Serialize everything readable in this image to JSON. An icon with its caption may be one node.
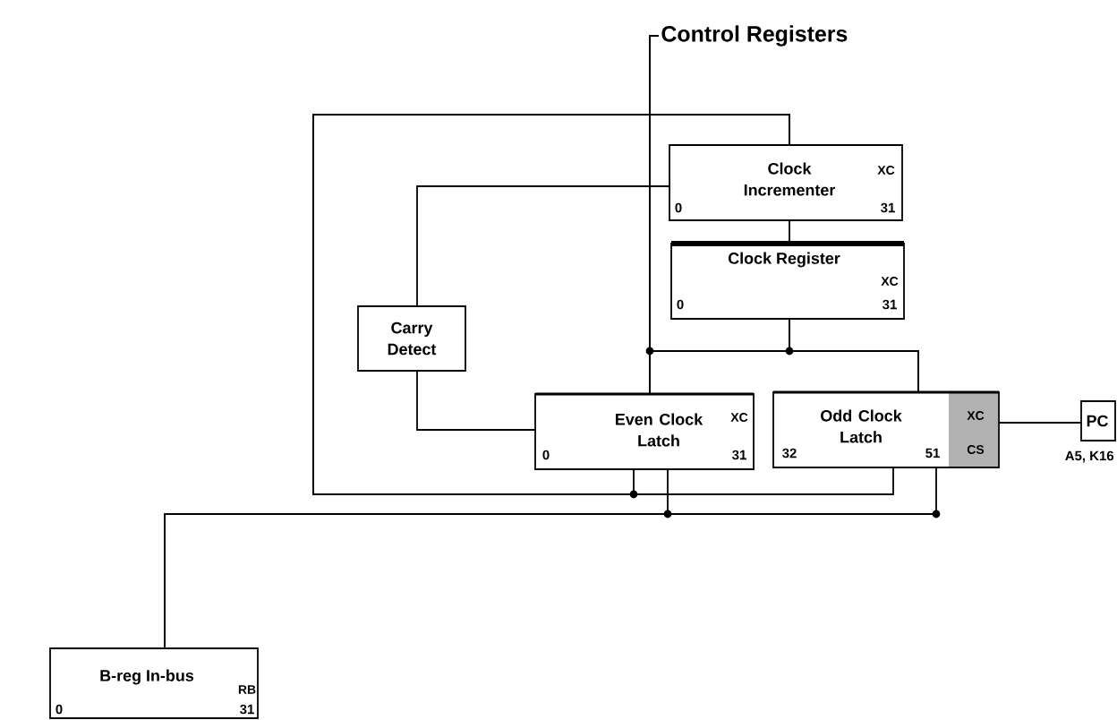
{
  "diagram": {
    "nodes": [
      {
        "text": [
          "Control Registers"
        ]
      },
      {
        "text": [
          "Clock Incrementer",
          "XC",
          "0",
          "31"
        ]
      },
      {
        "text": [
          "Clock Register",
          "XC",
          "0",
          "31"
        ]
      },
      {
        "text": [
          "Carry Detect"
        ]
      },
      {
        "text": [
          "Even Clock Latch",
          "XC",
          "0",
          "31"
        ]
      },
      {
        "text": [
          "Odd Clock Latch",
          "32",
          "51",
          "XC",
          "CS"
        ]
      },
      {
        "text": [
          "PC"
        ],
        "beside": [
          "A5, K16"
        ]
      },
      {
        "text": [
          "B-reg In-bus",
          "RB",
          "0",
          "31"
        ]
      }
    ],
    "edges": [
      {
        "from": 0,
        "to": 4,
        "arrow": "none"
      },
      {
        "from": 0,
        "to": 5,
        "arrow": "none"
      },
      {
        "from": 2,
        "to": 4,
        "arrow": "none"
      },
      {
        "from": 2,
        "to": 5,
        "arrow": "none"
      },
      {
        "from": 1,
        "to": 2,
        "arrow": "none"
      },
      {
        "from": 1,
        "to": 3,
        "arrow": "none"
      },
      {
        "from": 3,
        "to": 4,
        "arrow": "none"
      },
      {
        "from": 1,
        "to": 4,
        "arrow": "none"
      },
      {
        "from": 1,
        "to": 5,
        "arrow": "none"
      },
      {
        "from": 5,
        "to": 6,
        "arrow": "none"
      },
      {
        "from": 7,
        "to": 4,
        "arrow": "none"
      },
      {
        "from": 7,
        "to": 5,
        "arrow": "none"
      }
    ]
  }
}
